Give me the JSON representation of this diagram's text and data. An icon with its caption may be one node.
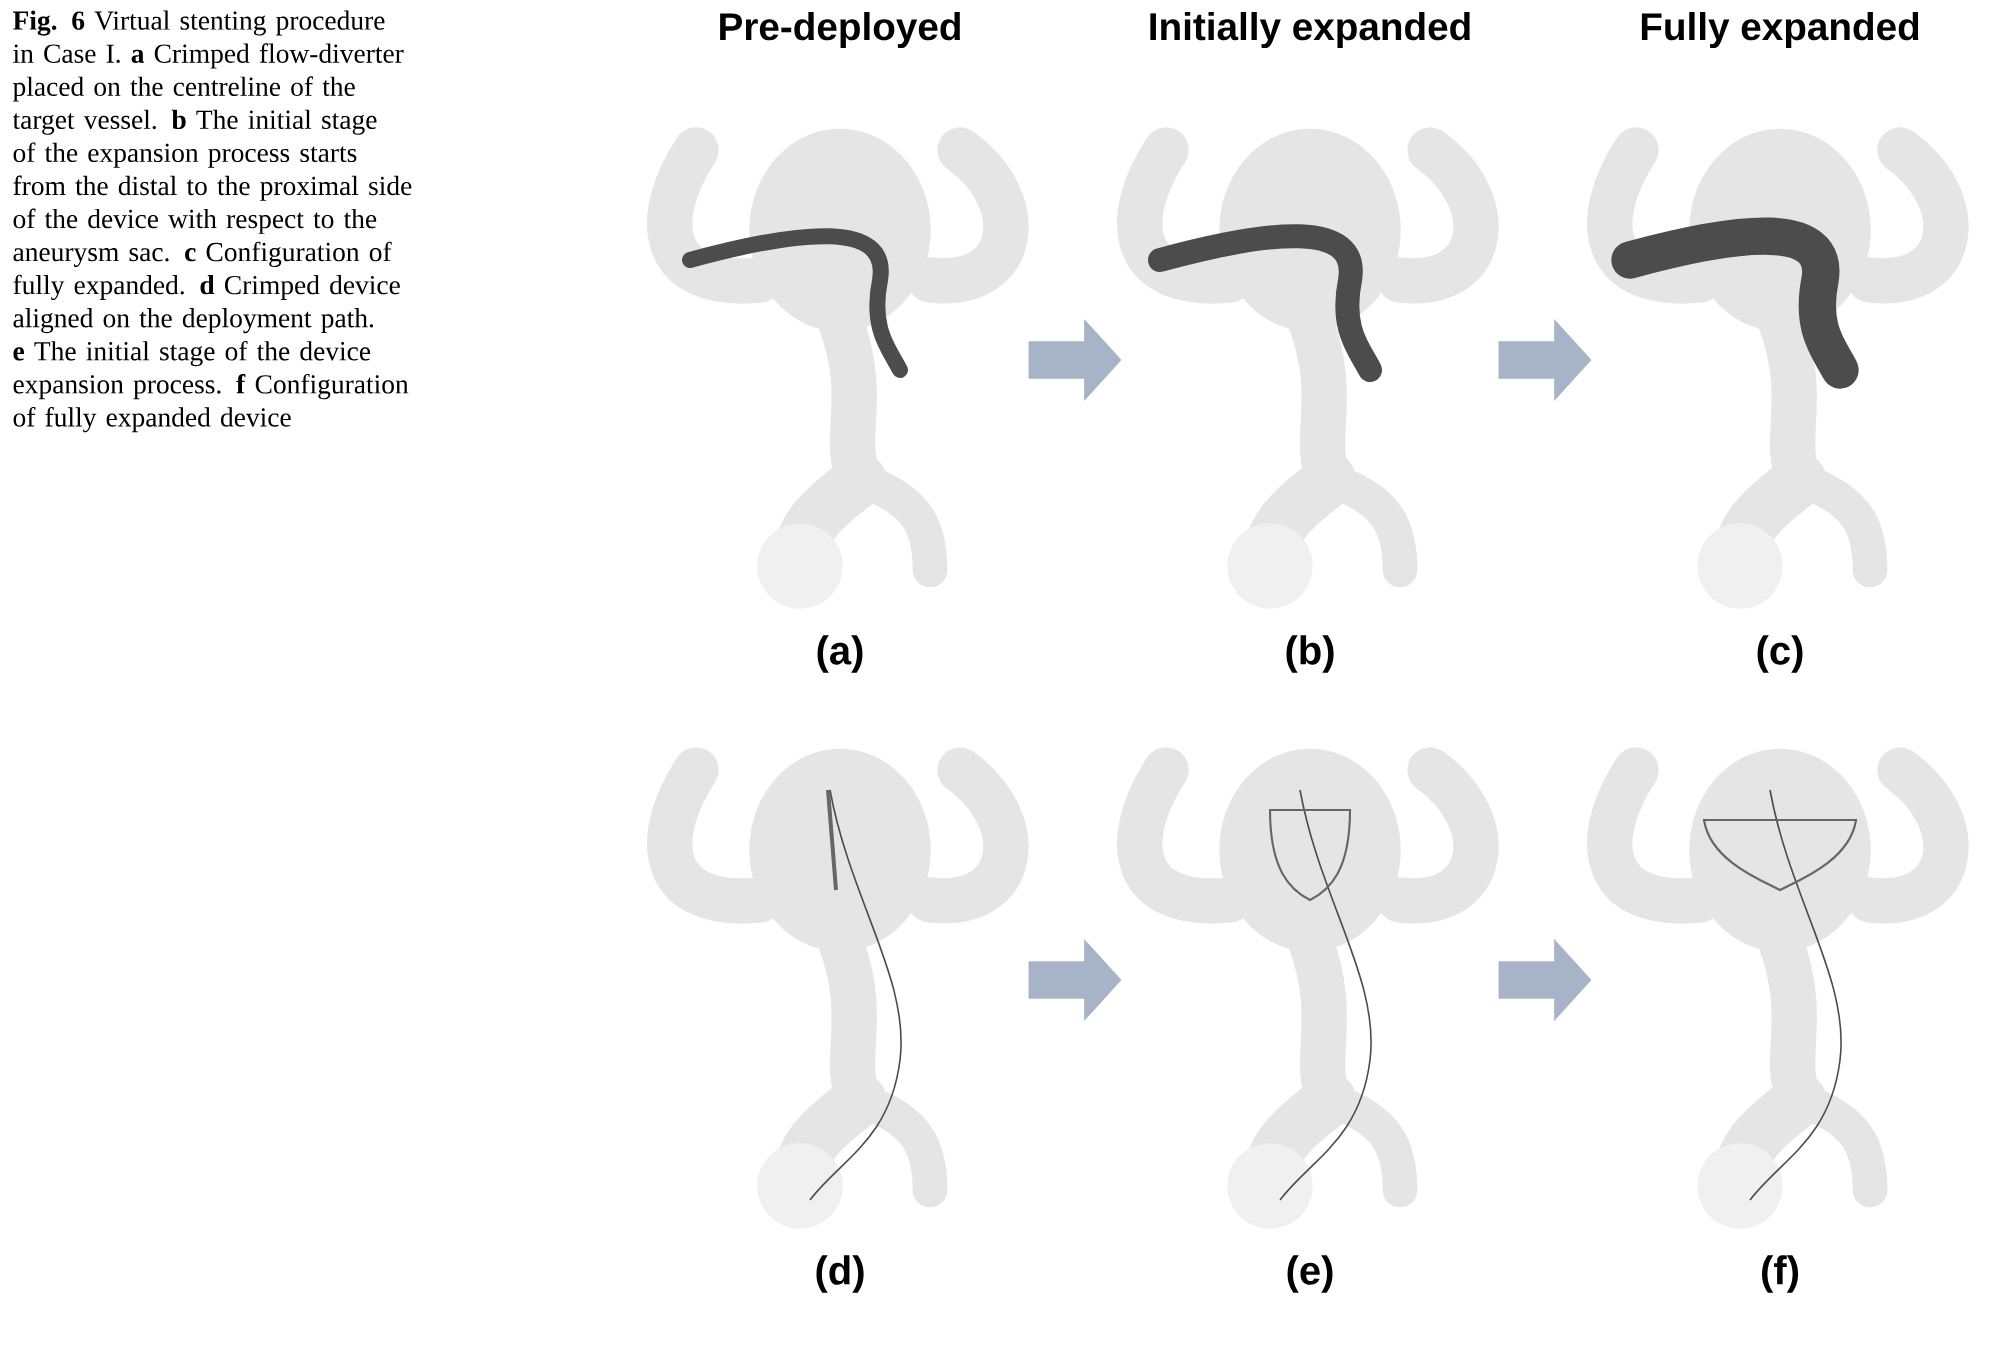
{
  "diagram": {
    "caption": "**Fig. 6** Virtual stenting procedure in Case I. **a** Crimped flow-diverter placed on the centreline of the target vessel. **b** The initial stage of the expansion process starts from the distal to the proximal side of the device with respect to the aneurysm sac. **c** Configuration of fully expanded. **d** Crimped device aligned on the deployment path. **e** The initial stage of the device expansion process. **f** Configuration of fully expanded device",
    "nodes": [
      {
        "text": [],
        "shape": "picture",
        "beside": [
          "(a)"
        ]
      },
      {
        "text": [],
        "shape": "picture",
        "beside": [
          "(b)"
        ]
      },
      {
        "text": [],
        "shape": "picture",
        "beside": [
          "(c)"
        ]
      },
      {
        "text": [],
        "shape": "picture",
        "beside": [
          "(d)"
        ]
      },
      {
        "text": [],
        "shape": "picture",
        "beside": [
          "(e)"
        ]
      },
      {
        "text": [],
        "shape": "picture",
        "beside": [
          "(f)"
        ]
      }
    ],
    "edges": [
      {
        "from": 0,
        "to": 1,
        "arrow": "to"
      },
      {
        "from": 1,
        "to": 2,
        "arrow": "to"
      },
      {
        "from": 3,
        "to": 4,
        "arrow": "to"
      },
      {
        "from": 4,
        "to": 5,
        "arrow": "to"
      }
    ],
    "labels": [
      "Pre-deployed",
      "Initially expanded",
      "Fully expanded"
    ]
  }
}
